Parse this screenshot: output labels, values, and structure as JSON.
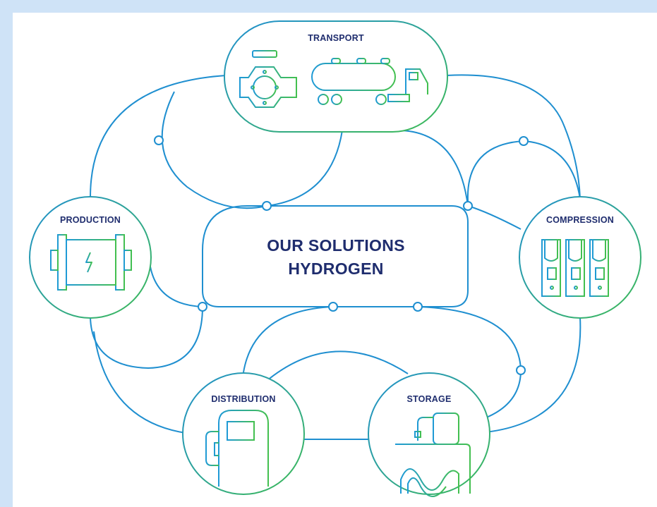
{
  "title": {
    "line1": "OUR SOLUTIONS",
    "line2": "HYDROGEN"
  },
  "nodes": {
    "transport": {
      "label": "TRANSPORT",
      "icons": [
        "valve-icon",
        "tanker-truck-icon"
      ]
    },
    "production": {
      "label": "PRODUCTION",
      "icons": [
        "electrolyzer-icon"
      ]
    },
    "compression": {
      "label": "COMPRESSION",
      "icons": [
        "compressor-units-icon"
      ]
    },
    "distribution": {
      "label": "DISTRIBUTION",
      "icons": [
        "fuel-dispenser-icon"
      ]
    },
    "storage": {
      "label": "STORAGE",
      "icons": [
        "storage-tank-icon"
      ]
    }
  },
  "colors": {
    "background": "#cfe3f7",
    "panel": "#ffffff",
    "line_blue": "#1f8fd0",
    "icon_green": "#3dbb54",
    "text_navy": "#1f2d6e"
  }
}
